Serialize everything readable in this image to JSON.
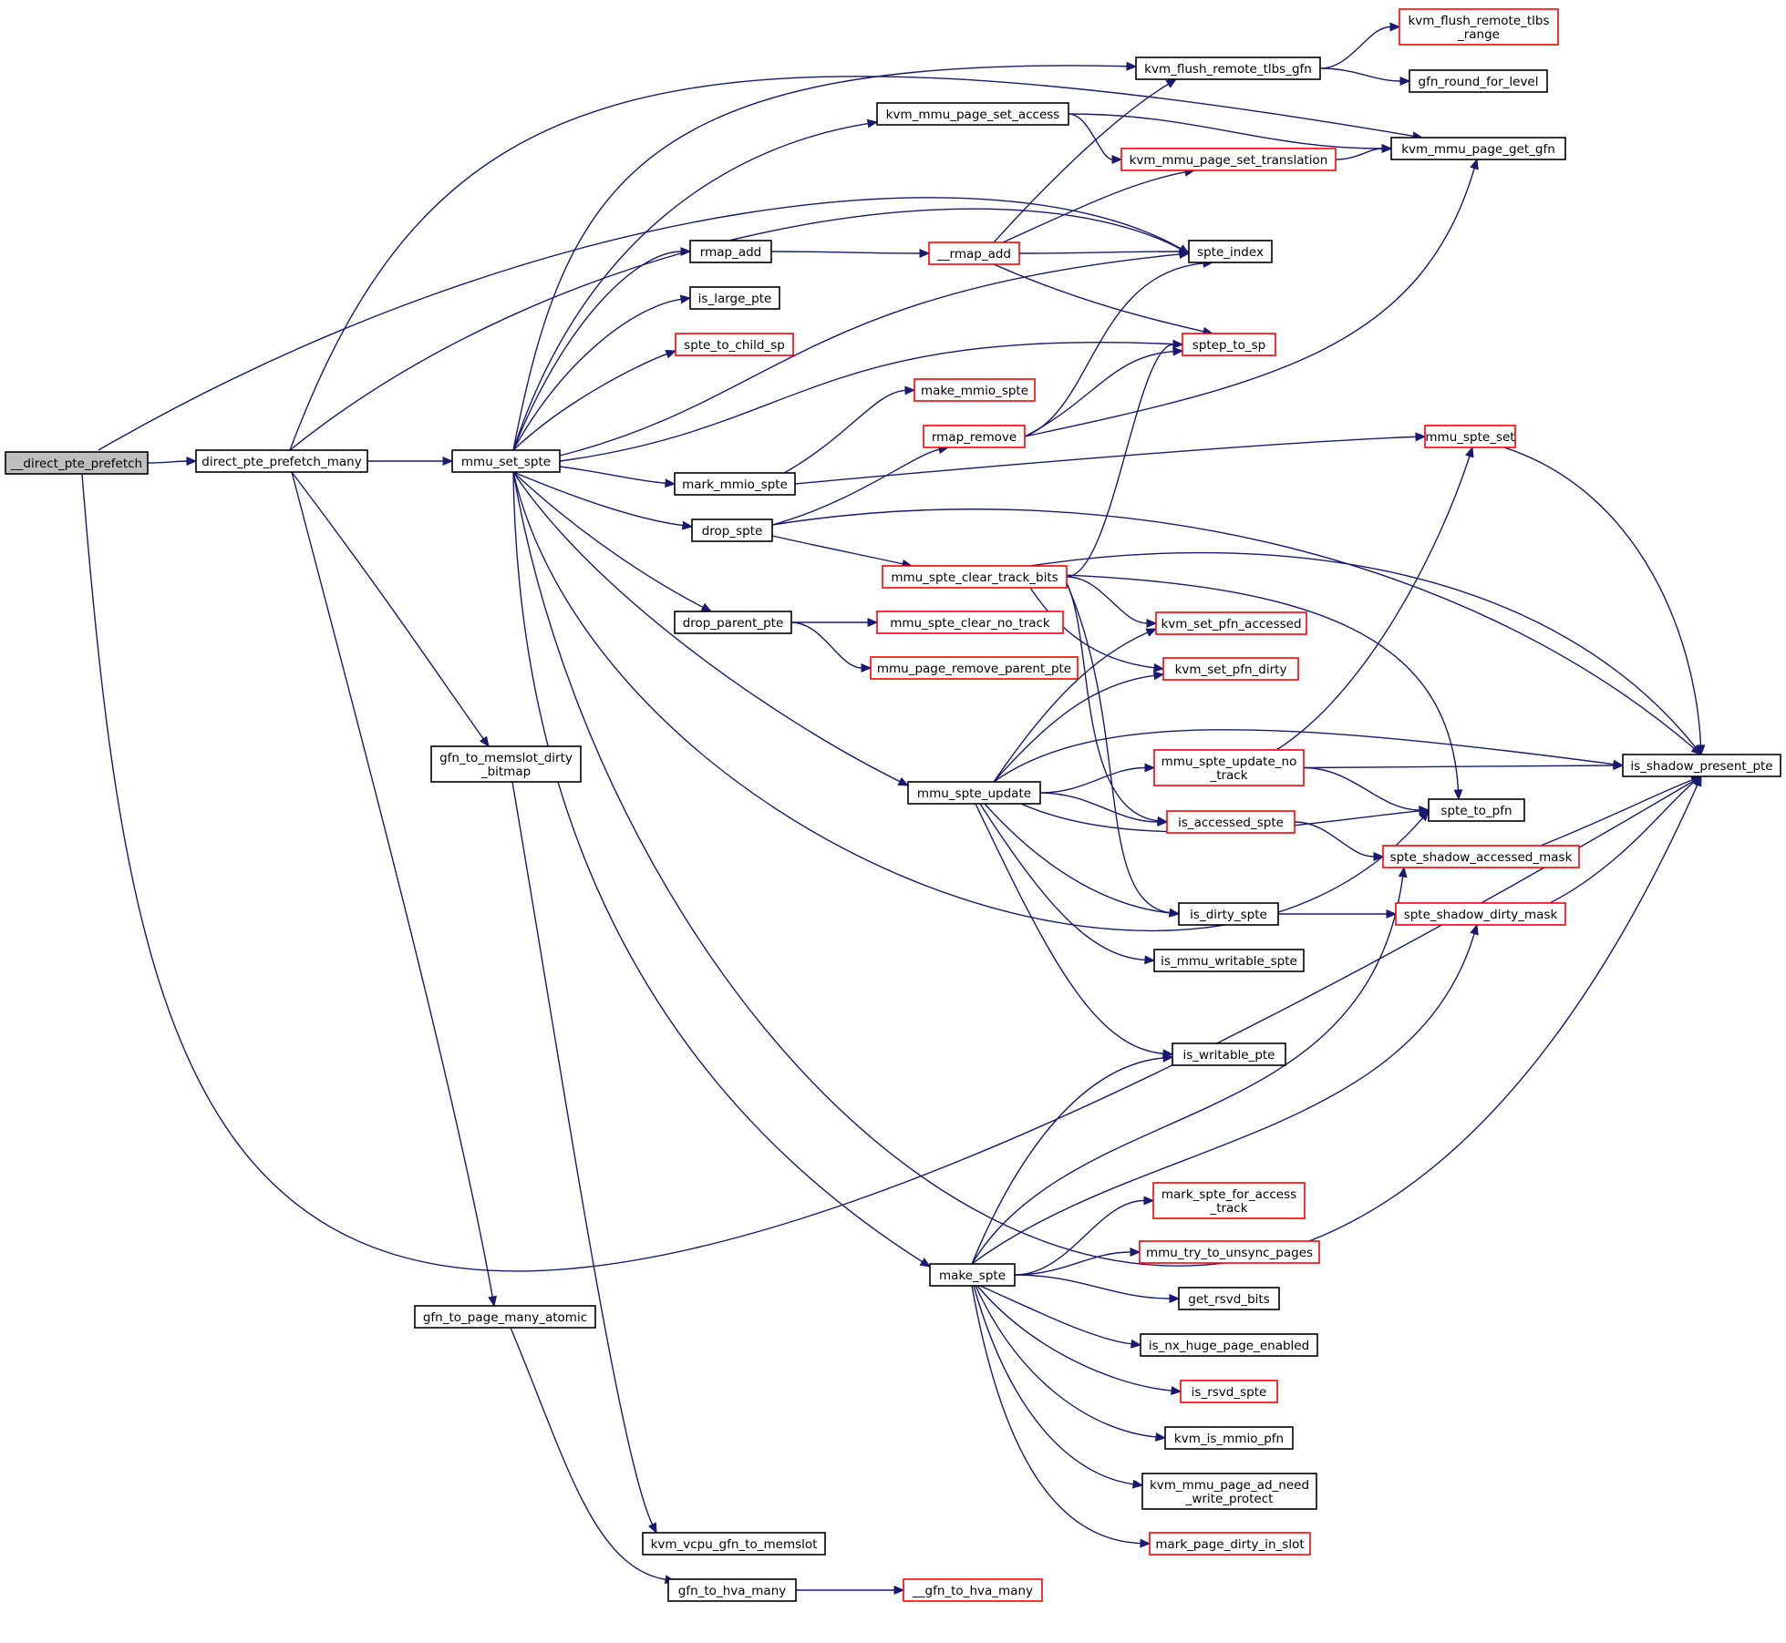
{
  "colors": {
    "edge": "#191970",
    "root_fill": "#bfbfbf",
    "node_fill": "#ffffff",
    "border_normal": "#000000",
    "border_truncated": "#ff0000"
  },
  "nodes": [
    {
      "id": "direct_pte_prefetch",
      "lines": [
        "__direct_pte_prefetch"
      ],
      "kind": "root"
    },
    {
      "id": "direct_pte_prefetch_many",
      "lines": [
        "direct_pte_prefetch_many"
      ],
      "kind": "normal"
    },
    {
      "id": "mmu_set_spte",
      "lines": [
        "mmu_set_spte"
      ],
      "kind": "normal"
    },
    {
      "id": "gfn_to_memslot_dirty_bitmap",
      "lines": [
        "gfn_to_memslot_dirty",
        "_bitmap"
      ],
      "kind": "normal"
    },
    {
      "id": "gfn_to_page_many_atomic",
      "lines": [
        "gfn_to_page_many_atomic"
      ],
      "kind": "normal"
    },
    {
      "id": "kvm_vcpu_gfn_to_memslot",
      "lines": [
        "kvm_vcpu_gfn_to_memslot"
      ],
      "kind": "normal"
    },
    {
      "id": "gfn_to_hva_many",
      "lines": [
        "gfn_to_hva_many"
      ],
      "kind": "normal"
    },
    {
      "id": "__gfn_to_hva_many",
      "lines": [
        "__gfn_to_hva_many"
      ],
      "kind": "truncated"
    },
    {
      "id": "kvm_mmu_page_set_access",
      "lines": [
        "kvm_mmu_page_set_access"
      ],
      "kind": "normal"
    },
    {
      "id": "rmap_add",
      "lines": [
        "rmap_add"
      ],
      "kind": "normal"
    },
    {
      "id": "is_large_pte",
      "lines": [
        "is_large_pte"
      ],
      "kind": "normal"
    },
    {
      "id": "spte_to_child_sp",
      "lines": [
        "spte_to_child_sp"
      ],
      "kind": "truncated"
    },
    {
      "id": "mark_mmio_spte",
      "lines": [
        "mark_mmio_spte"
      ],
      "kind": "normal"
    },
    {
      "id": "drop_spte",
      "lines": [
        "drop_spte"
      ],
      "kind": "normal"
    },
    {
      "id": "drop_parent_pte",
      "lines": [
        "drop_parent_pte"
      ],
      "kind": "normal"
    },
    {
      "id": "mmu_spte_update",
      "lines": [
        "mmu_spte_update"
      ],
      "kind": "normal"
    },
    {
      "id": "make_spte",
      "lines": [
        "make_spte"
      ],
      "kind": "normal"
    },
    {
      "id": "kvm_flush_remote_tlbs_gfn",
      "lines": [
        "kvm_flush_remote_tlbs_gfn"
      ],
      "kind": "normal"
    },
    {
      "id": "kvm_flush_remote_tlbs_range",
      "lines": [
        "kvm_flush_remote_tlbs",
        "_range"
      ],
      "kind": "truncated"
    },
    {
      "id": "gfn_round_for_level",
      "lines": [
        "gfn_round_for_level"
      ],
      "kind": "normal"
    },
    {
      "id": "kvm_mmu_page_get_gfn",
      "lines": [
        "kvm_mmu_page_get_gfn"
      ],
      "kind": "normal"
    },
    {
      "id": "kvm_mmu_page_set_translation",
      "lines": [
        "kvm_mmu_page_set_translation"
      ],
      "kind": "truncated"
    },
    {
      "id": "__rmap_add",
      "lines": [
        "__rmap_add"
      ],
      "kind": "truncated"
    },
    {
      "id": "spte_index",
      "lines": [
        "spte_index"
      ],
      "kind": "normal"
    },
    {
      "id": "sptep_to_sp",
      "lines": [
        "sptep_to_sp"
      ],
      "kind": "truncated"
    },
    {
      "id": "make_mmio_spte",
      "lines": [
        "make_mmio_spte"
      ],
      "kind": "truncated"
    },
    {
      "id": "rmap_remove",
      "lines": [
        "rmap_remove"
      ],
      "kind": "truncated"
    },
    {
      "id": "mmu_spte_set",
      "lines": [
        "mmu_spte_set"
      ],
      "kind": "truncated"
    },
    {
      "id": "mmu_spte_clear_track_bits",
      "lines": [
        "mmu_spte_clear_track_bits"
      ],
      "kind": "truncated"
    },
    {
      "id": "mmu_spte_clear_no_track",
      "lines": [
        "mmu_spte_clear_no_track"
      ],
      "kind": "truncated"
    },
    {
      "id": "mmu_page_remove_parent_pte",
      "lines": [
        "mmu_page_remove_parent_pte"
      ],
      "kind": "truncated"
    },
    {
      "id": "kvm_set_pfn_accessed",
      "lines": [
        "kvm_set_pfn_accessed"
      ],
      "kind": "truncated"
    },
    {
      "id": "kvm_set_pfn_dirty",
      "lines": [
        "kvm_set_pfn_dirty"
      ],
      "kind": "truncated"
    },
    {
      "id": "mmu_spte_update_no_track",
      "lines": [
        "mmu_spte_update_no",
        "_track"
      ],
      "kind": "truncated"
    },
    {
      "id": "is_shadow_present_pte",
      "lines": [
        "is_shadow_present_pte"
      ],
      "kind": "normal"
    },
    {
      "id": "spte_to_pfn",
      "lines": [
        "spte_to_pfn"
      ],
      "kind": "normal"
    },
    {
      "id": "is_accessed_spte",
      "lines": [
        "is_accessed_spte"
      ],
      "kind": "truncated"
    },
    {
      "id": "spte_shadow_accessed_mask",
      "lines": [
        "spte_shadow_accessed_mask"
      ],
      "kind": "truncated"
    },
    {
      "id": "is_dirty_spte",
      "lines": [
        "is_dirty_spte"
      ],
      "kind": "normal"
    },
    {
      "id": "spte_shadow_dirty_mask",
      "lines": [
        "spte_shadow_dirty_mask"
      ],
      "kind": "truncated"
    },
    {
      "id": "is_mmu_writable_spte",
      "lines": [
        "is_mmu_writable_spte"
      ],
      "kind": "normal"
    },
    {
      "id": "is_writable_pte",
      "lines": [
        "is_writable_pte"
      ],
      "kind": "normal"
    },
    {
      "id": "mark_spte_for_access_track",
      "lines": [
        "mark_spte_for_access",
        "_track"
      ],
      "kind": "truncated"
    },
    {
      "id": "mmu_try_to_unsync_pages",
      "lines": [
        "mmu_try_to_unsync_pages"
      ],
      "kind": "truncated"
    },
    {
      "id": "get_rsvd_bits",
      "lines": [
        "get_rsvd_bits"
      ],
      "kind": "normal"
    },
    {
      "id": "is_nx_huge_page_enabled",
      "lines": [
        "is_nx_huge_page_enabled"
      ],
      "kind": "normal"
    },
    {
      "id": "is_rsvd_spte",
      "lines": [
        "is_rsvd_spte"
      ],
      "kind": "truncated"
    },
    {
      "id": "kvm_is_mmio_pfn",
      "lines": [
        "kvm_is_mmio_pfn"
      ],
      "kind": "normal"
    },
    {
      "id": "kvm_mmu_page_ad_need_write_protect",
      "lines": [
        "kvm_mmu_page_ad_need",
        "_write_protect"
      ],
      "kind": "normal"
    },
    {
      "id": "mark_page_dirty_in_slot",
      "lines": [
        "mark_page_dirty_in_slot"
      ],
      "kind": "truncated"
    }
  ],
  "edges": [
    [
      "direct_pte_prefetch",
      "direct_pte_prefetch_many"
    ],
    [
      "direct_pte_prefetch",
      "spte_index"
    ],
    [
      "direct_pte_prefetch",
      "is_shadow_present_pte"
    ],
    [
      "direct_pte_prefetch_many",
      "mmu_set_spte"
    ],
    [
      "direct_pte_prefetch_many",
      "gfn_to_memslot_dirty_bitmap"
    ],
    [
      "direct_pte_prefetch_many",
      "gfn_to_page_many_atomic"
    ],
    [
      "direct_pte_prefetch_many",
      "kvm_mmu_page_get_gfn"
    ],
    [
      "direct_pte_prefetch_many",
      "spte_index"
    ],
    [
      "gfn_to_memslot_dirty_bitmap",
      "kvm_vcpu_gfn_to_memslot"
    ],
    [
      "gfn_to_page_many_atomic",
      "gfn_to_hva_many"
    ],
    [
      "gfn_to_hva_many",
      "__gfn_to_hva_many"
    ],
    [
      "mmu_set_spte",
      "kvm_flush_remote_tlbs_gfn"
    ],
    [
      "mmu_set_spte",
      "kvm_mmu_page_set_access"
    ],
    [
      "mmu_set_spte",
      "rmap_add"
    ],
    [
      "mmu_set_spte",
      "is_large_pte"
    ],
    [
      "mmu_set_spte",
      "spte_to_child_sp"
    ],
    [
      "mmu_set_spte",
      "mark_mmio_spte"
    ],
    [
      "mmu_set_spte",
      "drop_spte"
    ],
    [
      "mmu_set_spte",
      "drop_parent_pte"
    ],
    [
      "mmu_set_spte",
      "mmu_spte_update"
    ],
    [
      "mmu_set_spte",
      "make_spte"
    ],
    [
      "mmu_set_spte",
      "spte_index"
    ],
    [
      "mmu_set_spte",
      "sptep_to_sp"
    ],
    [
      "mmu_set_spte",
      "spte_to_pfn"
    ],
    [
      "mmu_set_spte",
      "is_shadow_present_pte"
    ],
    [
      "kvm_flush_remote_tlbs_gfn",
      "kvm_flush_remote_tlbs_range"
    ],
    [
      "kvm_flush_remote_tlbs_gfn",
      "gfn_round_for_level"
    ],
    [
      "kvm_mmu_page_set_access",
      "kvm_mmu_page_get_gfn"
    ],
    [
      "kvm_mmu_page_set_access",
      "kvm_mmu_page_set_translation"
    ],
    [
      "kvm_mmu_page_set_translation",
      "kvm_mmu_page_get_gfn"
    ],
    [
      "rmap_add",
      "__rmap_add"
    ],
    [
      "__rmap_add",
      "kvm_flush_remote_tlbs_gfn"
    ],
    [
      "__rmap_add",
      "kvm_mmu_page_set_translation"
    ],
    [
      "__rmap_add",
      "spte_index"
    ],
    [
      "__rmap_add",
      "sptep_to_sp"
    ],
    [
      "mark_mmio_spte",
      "make_mmio_spte"
    ],
    [
      "mark_mmio_spte",
      "mmu_spte_set"
    ],
    [
      "drop_spte",
      "rmap_remove"
    ],
    [
      "drop_spte",
      "mmu_spte_clear_track_bits"
    ],
    [
      "drop_spte",
      "is_shadow_present_pte"
    ],
    [
      "rmap_remove",
      "kvm_mmu_page_get_gfn"
    ],
    [
      "rmap_remove",
      "spte_index"
    ],
    [
      "rmap_remove",
      "sptep_to_sp"
    ],
    [
      "mmu_spte_set",
      "is_shadow_present_pte"
    ],
    [
      "mmu_spte_clear_track_bits",
      "sptep_to_sp"
    ],
    [
      "mmu_spte_clear_track_bits",
      "kvm_set_pfn_accessed"
    ],
    [
      "mmu_spte_clear_track_bits",
      "kvm_set_pfn_dirty"
    ],
    [
      "mmu_spte_clear_track_bits",
      "is_shadow_present_pte"
    ],
    [
      "mmu_spte_clear_track_bits",
      "spte_to_pfn"
    ],
    [
      "mmu_spte_clear_track_bits",
      "is_accessed_spte"
    ],
    [
      "mmu_spte_clear_track_bits",
      "is_dirty_spte"
    ],
    [
      "drop_parent_pte",
      "mmu_spte_clear_no_track"
    ],
    [
      "drop_parent_pte",
      "mmu_page_remove_parent_pte"
    ],
    [
      "mmu_spte_update",
      "kvm_set_pfn_accessed"
    ],
    [
      "mmu_spte_update",
      "kvm_set_pfn_dirty"
    ],
    [
      "mmu_spte_update",
      "is_shadow_present_pte"
    ],
    [
      "mmu_spte_update",
      "mmu_spte_update_no_track"
    ],
    [
      "mmu_spte_update",
      "spte_to_pfn"
    ],
    [
      "mmu_spte_update",
      "is_accessed_spte"
    ],
    [
      "mmu_spte_update",
      "is_dirty_spte"
    ],
    [
      "mmu_spte_update",
      "is_mmu_writable_spte"
    ],
    [
      "mmu_spte_update",
      "is_writable_pte"
    ],
    [
      "mmu_spte_update_no_track",
      "mmu_spte_set"
    ],
    [
      "mmu_spte_update_no_track",
      "is_shadow_present_pte"
    ],
    [
      "mmu_spte_update_no_track",
      "spte_to_pfn"
    ],
    [
      "is_accessed_spte",
      "spte_shadow_accessed_mask"
    ],
    [
      "spte_shadow_accessed_mask",
      "is_shadow_present_pte"
    ],
    [
      "is_dirty_spte",
      "spte_shadow_dirty_mask"
    ],
    [
      "spte_shadow_dirty_mask",
      "is_shadow_present_pte"
    ],
    [
      "make_spte",
      "is_writable_pte"
    ],
    [
      "make_spte",
      "spte_shadow_accessed_mask"
    ],
    [
      "make_spte",
      "spte_shadow_dirty_mask"
    ],
    [
      "make_spte",
      "mark_spte_for_access_track"
    ],
    [
      "make_spte",
      "mmu_try_to_unsync_pages"
    ],
    [
      "make_spte",
      "get_rsvd_bits"
    ],
    [
      "make_spte",
      "is_nx_huge_page_enabled"
    ],
    [
      "make_spte",
      "is_rsvd_spte"
    ],
    [
      "make_spte",
      "kvm_is_mmio_pfn"
    ],
    [
      "make_spte",
      "kvm_mmu_page_ad_need_write_protect"
    ],
    [
      "make_spte",
      "mark_page_dirty_in_slot"
    ]
  ]
}
